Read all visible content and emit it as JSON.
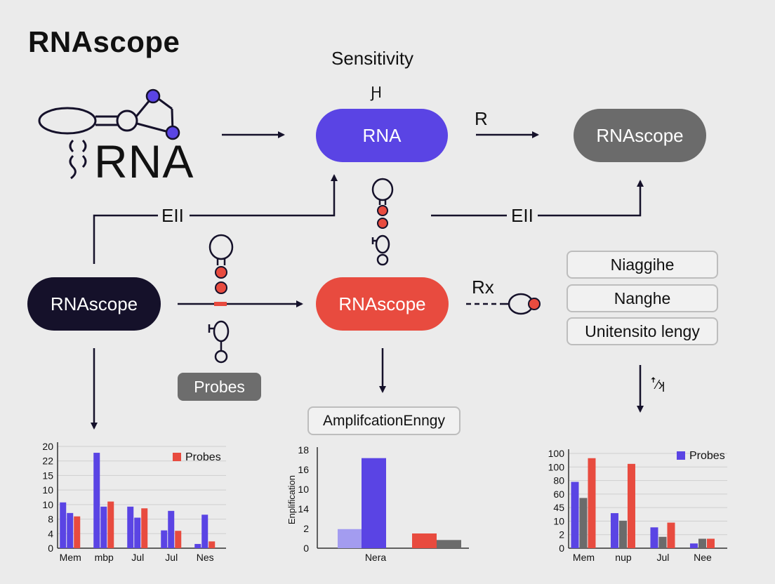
{
  "title": "RNAscope",
  "logo_text": "RNA",
  "sensitivity_label": "Sensitivity",
  "sensitivity_glyph": "Ԩ",
  "r_label": "R",
  "rx_label": "Rx",
  "eii_left": "EII",
  "eii_right": "EII",
  "nodes": {
    "rna": "RNA",
    "rnascope_top_right": "RNAscope",
    "rnascope_left": "RNAscope",
    "rnascope_center": "RNAscope"
  },
  "probes_chip": "Probes",
  "amplification_box": "AmplifcationEnngy",
  "right_boxes": [
    "Niaggihe",
    "Nanghe",
    "Unitensito lengy"
  ],
  "right_glyph": "ꜛ⁄ʞ",
  "colors": {
    "purple": "#5a44e4",
    "red": "#e84b3f",
    "dark": "#15112a",
    "gray": "#6b6b6b",
    "light_purple": "#a39cf0"
  },
  "chart_data": [
    {
      "type": "bar",
      "legend": "Probes",
      "y_ticks": [
        "20",
        "22",
        "15",
        "10",
        "10",
        "8",
        "4",
        "0"
      ],
      "categories": [
        "Mem",
        "mbp",
        "Jul",
        "Jul",
        "Nes"
      ],
      "series": [
        {
          "color": "#5a44e4",
          "values": [
            10.8,
            22.5,
            9.8,
            4.2,
            1.0
          ]
        },
        {
          "color": "#5a44e4",
          "values": [
            8.3,
            9.8,
            7.2,
            8.8,
            7.9
          ]
        },
        {
          "color": "#e84b3f",
          "values": [
            7.5,
            11.0,
            9.4,
            4.1,
            1.6
          ]
        }
      ]
    },
    {
      "type": "bar",
      "ylabel": "Enplification",
      "y_ticks": [
        "18",
        "16",
        "10",
        "14",
        "2",
        "0"
      ],
      "categories": [
        "Nera"
      ],
      "bars": [
        {
          "color": "#a39cf0",
          "value": 3.5
        },
        {
          "color": "#5a44e4",
          "value": 16.5
        },
        {
          "color": "#e84b3f",
          "value": 2.7
        },
        {
          "color": "#6b6b6b",
          "value": 1.5
        }
      ]
    },
    {
      "type": "bar",
      "legend": "Probes",
      "y_ticks": [
        "100",
        "100",
        "80",
        "60",
        "45",
        "10",
        "2",
        "0"
      ],
      "categories": [
        "Mem",
        "nup",
        "Jul",
        "Nee"
      ],
      "series": [
        {
          "color": "#5a44e4",
          "values": [
            70,
            37,
            22,
            5
          ]
        },
        {
          "color": "#6b6b6b",
          "values": [
            53,
            29,
            12,
            10
          ]
        },
        {
          "color": "#e84b3f",
          "values": [
            95,
            89,
            27,
            10
          ]
        }
      ]
    }
  ]
}
